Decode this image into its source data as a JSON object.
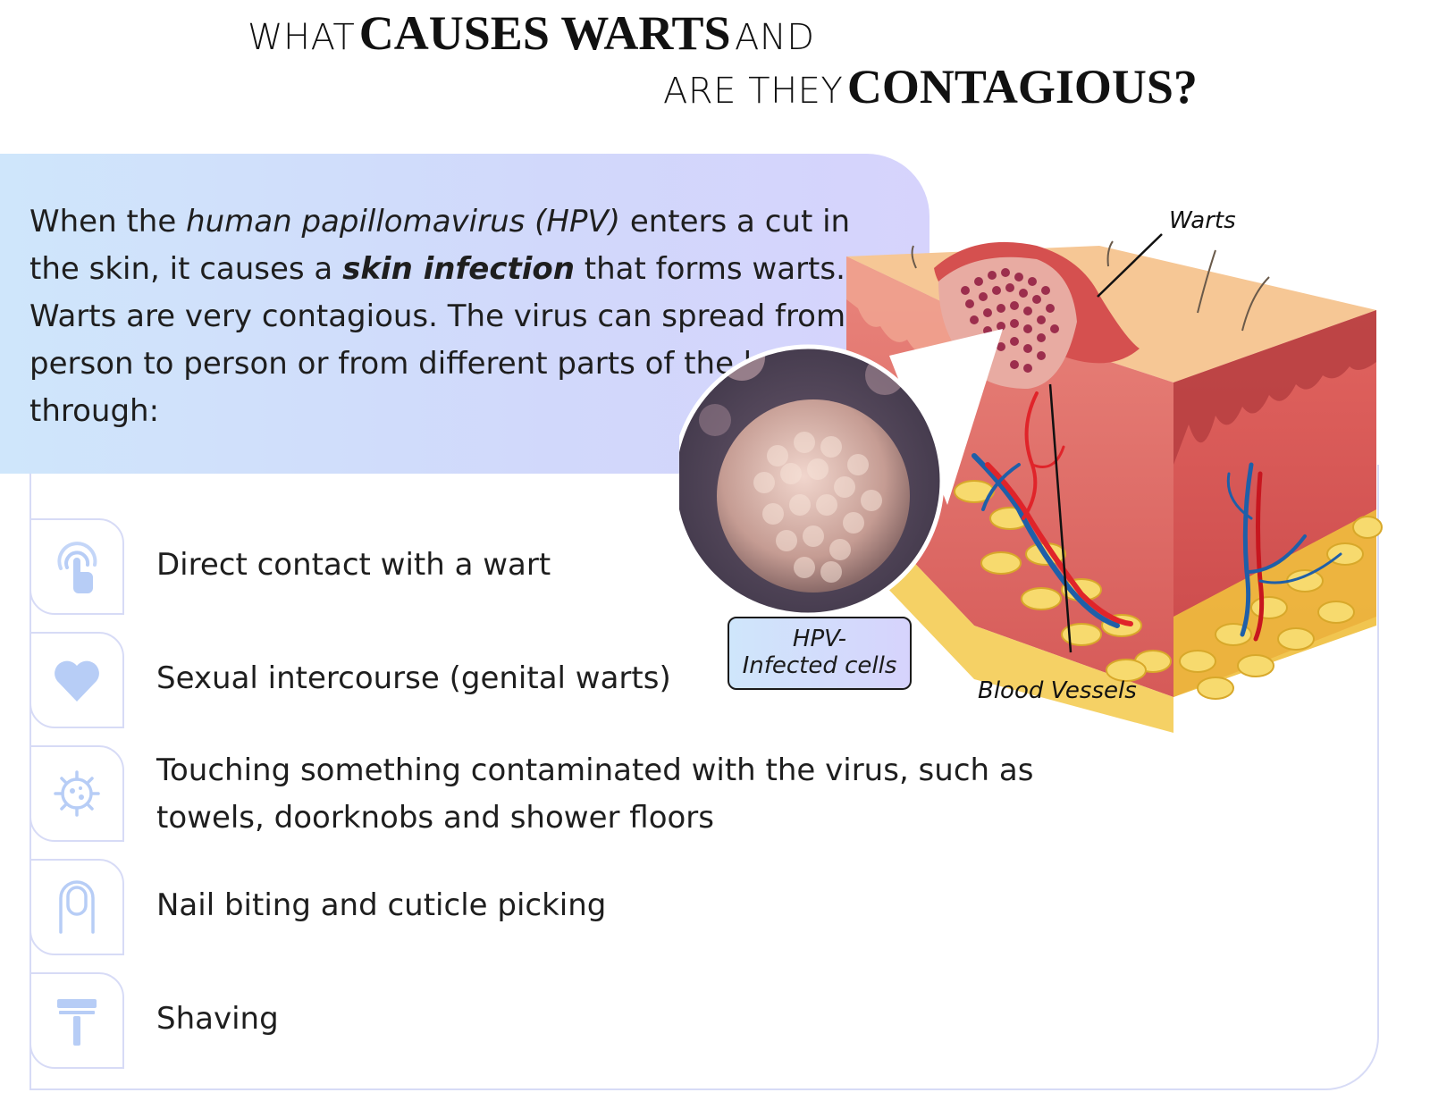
{
  "title": {
    "line1_pre": "WHAT",
    "line1_bold": "CAUSES WARTS",
    "line1_post": "AND",
    "line2_pre": "ARE THEY",
    "line2_bold": "CONTAGIOUS?"
  },
  "intro": {
    "part1": "When the ",
    "hpv_italic": "human papillomavirus (HPV)",
    "part2": " enters a cut in the skin, it causes a ",
    "skin_infection": "skin infection",
    "part3": " that forms warts. Warts are very contagious. The virus can spread from person to person or from different parts of the body through:"
  },
  "transmission_routes": [
    {
      "icon": "touch-icon",
      "text": "Direct contact with a wart"
    },
    {
      "icon": "heart-icon",
      "text": "Sexual intercourse (genital warts)"
    },
    {
      "icon": "virus-icon",
      "text": "Touching something contaminated with the virus, such as towels, doorknobs and shower floors"
    },
    {
      "icon": "fingernail-icon",
      "text": "Nail biting and cuticle picking"
    },
    {
      "icon": "razor-icon",
      "text": "Shaving"
    }
  ],
  "diagram": {
    "label_warts": "Warts",
    "label_vessels": "Blood Vessels",
    "callout_line1": "HPV-",
    "callout_line2": "Infected cells"
  },
  "colors": {
    "panel_gradient_start": "#cfe6fb",
    "panel_gradient_end": "#d6d3fc",
    "icon_blue": "#b7cdf6",
    "outline": "#d7dbf6"
  }
}
